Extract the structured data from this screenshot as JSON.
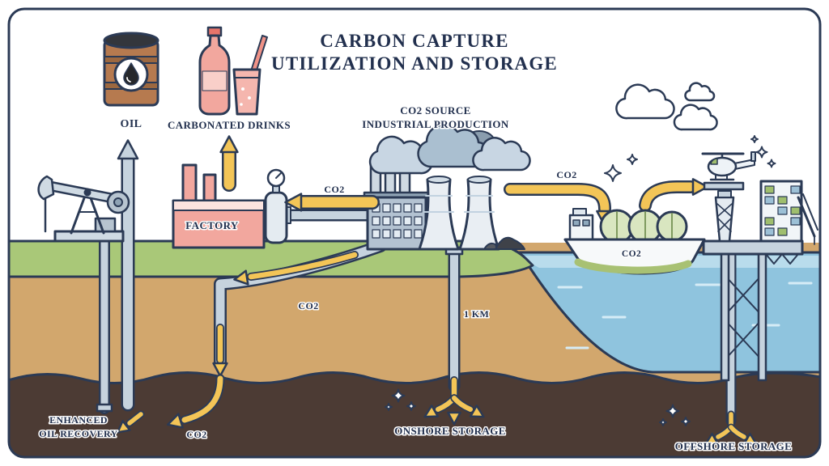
{
  "title": {
    "line1": "CARBON CAPTURE",
    "line2": "UTILIZATION AND STORAGE"
  },
  "source": {
    "line1": "CO2 SOURCE",
    "line2": "INDUSTRIAL PRODUCTION"
  },
  "labels": {
    "oil": "OIL",
    "carbonated_drinks": "CARBONATED DRINKS",
    "factory": "FACTORY",
    "co2": "CO2",
    "depth": "1 KM",
    "enhanced": "ENHANCED",
    "oil_recovery": "OIL RECOVERY",
    "onshore_storage": "ONSHORE STORAGE",
    "offshore_storage": "OFFSHORE STORAGE"
  },
  "colors": {
    "outline": "#2b3a55",
    "text": "#22304e",
    "grass": "#a9c878",
    "soil": "#d2a76d",
    "deep_soil": "#4c3b34",
    "water": "#8fc4de",
    "co2_arrow_yellow": "#f3c557",
    "factory_pink": "#f2a79e",
    "barrel_brown": "#b67a4f",
    "pipe_gray": "#c6d3de",
    "smoke_gray": "#aabfd0"
  }
}
